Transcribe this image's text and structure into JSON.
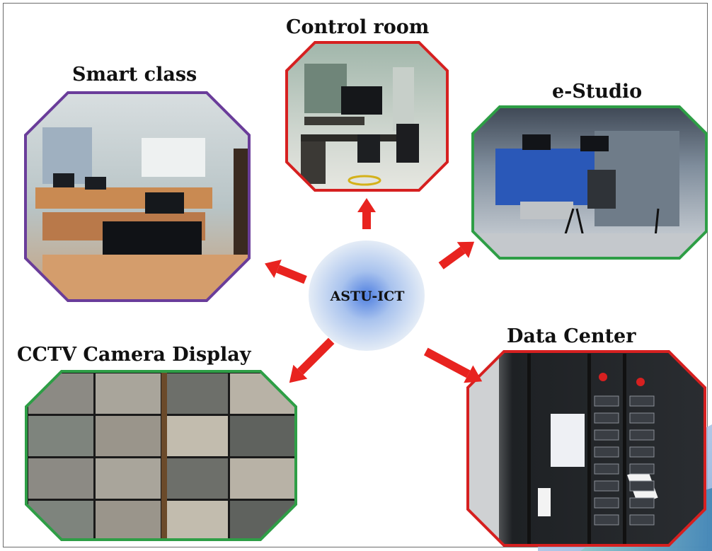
{
  "hub": {
    "label": "ASTU-ICT"
  },
  "nodes": [
    {
      "id": "smart-class",
      "label": "Smart class",
      "border_color": "#6a3d9a"
    },
    {
      "id": "control-room",
      "label": "Control room",
      "border_color": "#d62020"
    },
    {
      "id": "e-studio",
      "label": "e-Studio",
      "border_color": "#2e9e46"
    },
    {
      "id": "cctv",
      "label": "CCTV Camera Display",
      "border_color": "#2e9e46"
    },
    {
      "id": "data-center",
      "label": "Data Center",
      "border_color": "#d62020"
    }
  ],
  "colors": {
    "arrow": "#e8231f",
    "hub_center": "#4f7fe0",
    "hub_edge": "#e4ecf6"
  }
}
